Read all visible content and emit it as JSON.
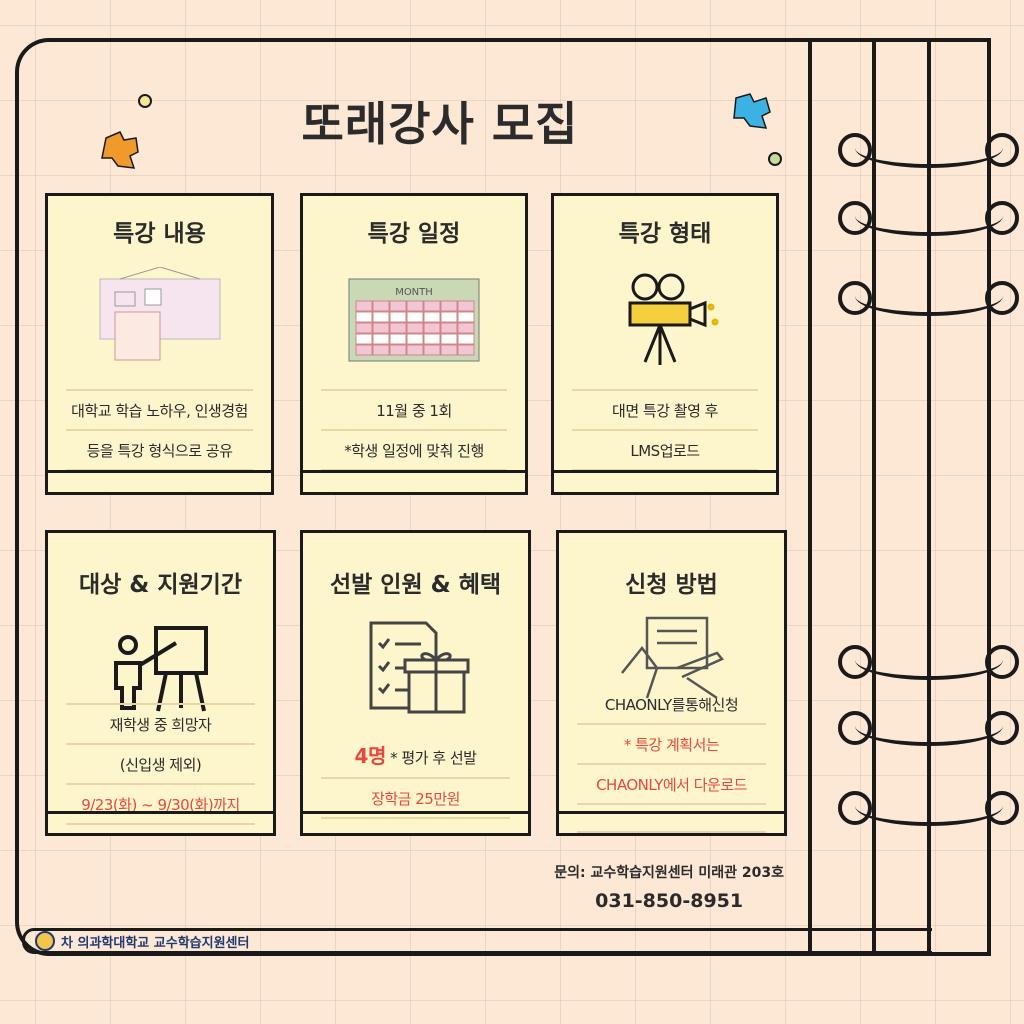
{
  "title": "또래강사 모집",
  "cards": [
    {
      "title": "특강 내용",
      "lines": [
        "대학교 학습 노하우, 인생경험",
        "등을 특강 형식으로 공유"
      ],
      "icon": "whiteboard-icon"
    },
    {
      "title": "특강 일정",
      "lines": [
        "11월 중 1회",
        "*학생 일정에 맞춰 진행"
      ],
      "icon": "calendar-icon",
      "calendar_label": "MONTH"
    },
    {
      "title": "특강 형태",
      "lines": [
        "대면 특강 촬영 후",
        "LMS업로드"
      ],
      "icon": "film-camera-icon"
    },
    {
      "title": "대상 & 지원기간",
      "lines": [
        "재학생 중 희망자",
        "(신입생 제외)",
        "9/23(화) ~ 9/30(화)까지"
      ],
      "icon": "presenter-icon"
    },
    {
      "title": "선발 인원 & 혜택",
      "count": "4명",
      "count_note": "* 평가 후 선발",
      "lines": [
        "장학금 25만원"
      ],
      "icon": "checklist-gift-icon"
    },
    {
      "title": "신청 방법",
      "lines": [
        "CHAONLY를통해신청",
        "* 특강 계획서는",
        "CHAONLY에서 다운로드"
      ],
      "icon": "signing-document-icon"
    }
  ],
  "contact": {
    "label": "문의: 교수학습지원센터 미래관 203호",
    "phone": "031-850-8951"
  },
  "footer": {
    "org": "차 의과학대학교 교수학습지원센터"
  },
  "colors": {
    "background": "#fde8d6",
    "card": "#fdf6cc",
    "accent_red": "#e8473f",
    "footer_text": "#1e3a6e"
  }
}
